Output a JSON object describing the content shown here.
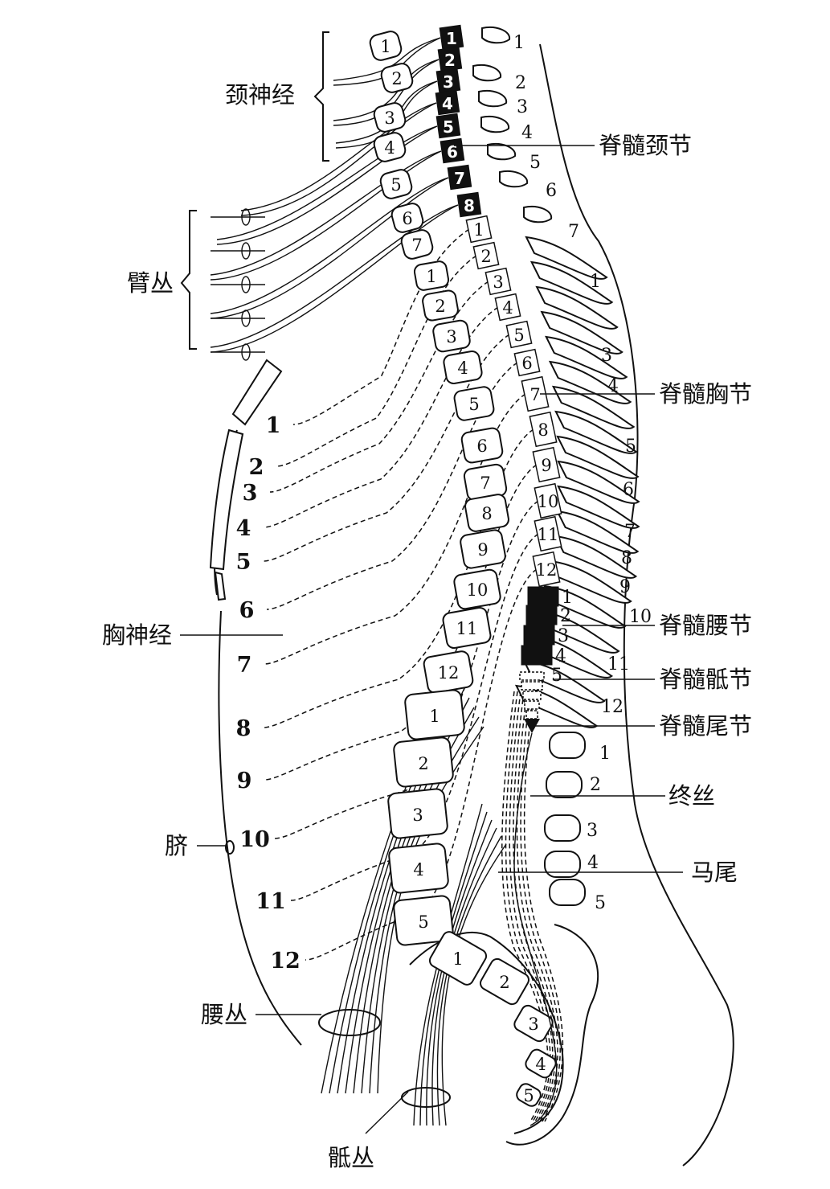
{
  "labels": {
    "cervical_nerves": "颈神经",
    "brachial_plexus": "臂丛",
    "thoracic_nerves": "胸神经",
    "navel": "脐",
    "lumbar_plexus": "腰丛",
    "sacral_plexus": "骶丛",
    "cervical_segments": "脊髓颈节",
    "thoracic_segments": "脊髓胸节",
    "lumbar_segments": "脊髓腰节",
    "sacral_segments": "脊髓骶节",
    "coccygeal_segment": "脊髓尾节",
    "filum_terminale": "终丝",
    "cauda_equina": "马尾"
  },
  "cord_cervical": [
    "1",
    "2",
    "3",
    "4",
    "5",
    "6",
    "7",
    "8"
  ],
  "cord_thoracic": [
    "1",
    "2",
    "3",
    "4",
    "5",
    "6",
    "7",
    "8",
    "9",
    "10",
    "11",
    "12"
  ],
  "cord_lumbar": [
    "1",
    "2",
    "3",
    "4"
  ],
  "cord_sacral_first": "5",
  "vert_cervical": [
    "1",
    "2",
    "3",
    "4",
    "5",
    "6",
    "7"
  ],
  "vert_thoracic": [
    "1",
    "2",
    "3",
    "4",
    "5",
    "6",
    "7",
    "8",
    "9",
    "10",
    "11",
    "12"
  ],
  "vert_lumbar": [
    "1",
    "2",
    "3",
    "4",
    "5"
  ],
  "vert_sacral": [
    "1",
    "2",
    "3",
    "4",
    "5"
  ],
  "spinous_cervical": [
    "1",
    "2",
    "3",
    "4",
    "5",
    "6",
    "7"
  ],
  "spinous_thoracic": [
    "1",
    "3",
    "4",
    "5",
    "6",
    "7",
    "8",
    "9",
    "10",
    "11",
    "12"
  ],
  "spinous_lumbar": [
    "1",
    "2",
    "3",
    "4",
    "5"
  ],
  "nerve_numbers_thoracic": [
    "1",
    "2",
    "3",
    "4",
    "5",
    "6",
    "7",
    "8",
    "9",
    "10",
    "11",
    "12"
  ]
}
